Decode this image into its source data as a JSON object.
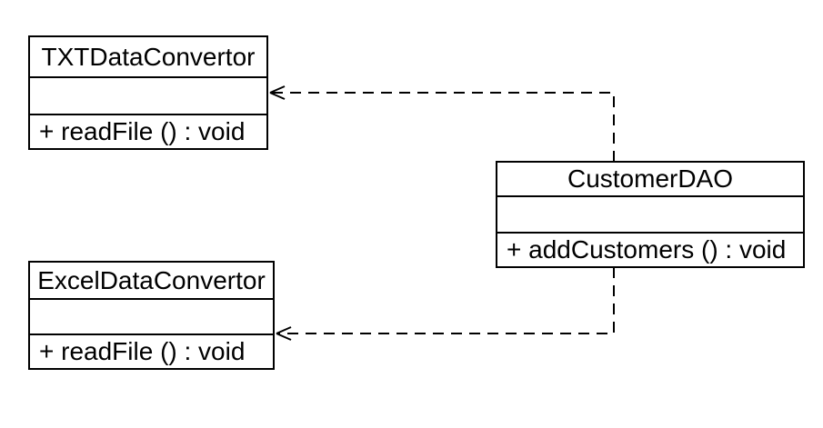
{
  "diagram": {
    "kind": "uml-class-diagram",
    "background_color": "#ffffff",
    "line_color": "#000000",
    "text_color": "#000000",
    "classes": [
      {
        "name": "TXTDataConvertor",
        "attributes": [],
        "methods": [
          "+ readFile () : void"
        ]
      },
      {
        "name": "CustomerDAO",
        "attributes": [],
        "methods": [
          "+ addCustomers () : void"
        ]
      },
      {
        "name": "ExcelDataConvertor",
        "attributes": [],
        "methods": [
          "+ readFile () : void"
        ]
      }
    ],
    "connectors": [
      {
        "type": "dependency",
        "line_style": "dashed",
        "arrowhead": "open",
        "from": "CustomerDAO",
        "to": "TXTDataConvertor"
      },
      {
        "type": "dependency",
        "line_style": "dashed",
        "arrowhead": "open",
        "from": "CustomerDAO",
        "to": "ExcelDataConvertor"
      }
    ]
  }
}
